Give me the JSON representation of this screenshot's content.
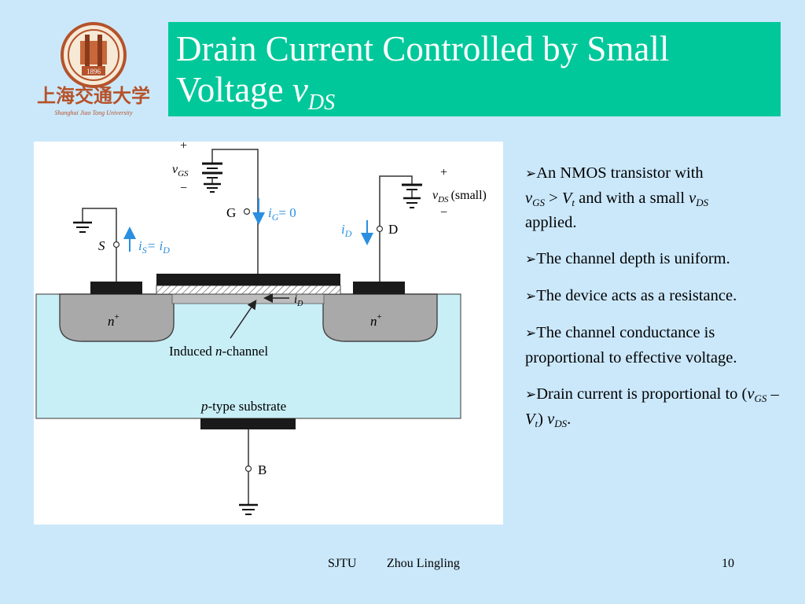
{
  "logo": {
    "alt_text": "上海交通大学",
    "romanized": "Shanghai Jiao Tong University",
    "year": "1896"
  },
  "title": {
    "line1": "Drain Current Controlled by Small",
    "line2_text": "Voltage ",
    "line2_var": "v",
    "line2_sub": "DS"
  },
  "figure": {
    "vgs_plus": "+",
    "vgs_minus": "−",
    "vgs_label": "v",
    "vgs_sub": "GS",
    "g_label": "G",
    "ig_label": "i",
    "ig_sub": "G",
    "ig_value": "= 0",
    "s_label": "S",
    "is_label": "i",
    "is_sub": "S",
    "is_eq": "= i",
    "is_eq_sub": "D",
    "vds_plus": "+",
    "vds_minus": "−",
    "vds_label": "v",
    "vds_sub": "DS",
    "vds_note": "(small)",
    "id_label": "i",
    "id_sub": "D",
    "d_label": "D",
    "n_left": "n",
    "n_left_sup": "+",
    "n_right": "n",
    "n_right_sup": "+",
    "channel_current": "i",
    "channel_current_sub": "D",
    "channel_label_pre": "Induced ",
    "channel_label_n": "n",
    "channel_label_post": "-channel",
    "substrate_p": "p",
    "substrate_rest": "-type substrate",
    "b_label": "B"
  },
  "bullets": {
    "arrow": "➢",
    "b1": {
      "t1": "An NMOS transistor with",
      "v1": "v",
      "s1": "GS",
      "t2": " > ",
      "v2": "V",
      "s2": "t",
      "t3": " and with a small ",
      "v3": "v",
      "s3": "DS",
      "t4": "applied."
    },
    "b2": "The channel depth is uniform.",
    "b3": "The device acts as a resistance.",
    "b4": "The channel conductance is proportional to effective voltage.",
    "b5": {
      "t1": "Drain current is proportional to (",
      "v1": "v",
      "s1": "GS",
      "t2": " – ",
      "v2": "V",
      "s2": "t",
      "t3": ") ",
      "v3": "v",
      "s3": "DS",
      "t4": "."
    }
  },
  "footer": {
    "left": "SJTU",
    "author": "Zhou Lingling",
    "page": "10"
  },
  "colors": {
    "background": "#cbe8fb",
    "title_bar": "#00c89a",
    "substrate": "#c8eef6",
    "n_region": "#a9a9a9",
    "current_arrow": "#2a8fe0"
  }
}
